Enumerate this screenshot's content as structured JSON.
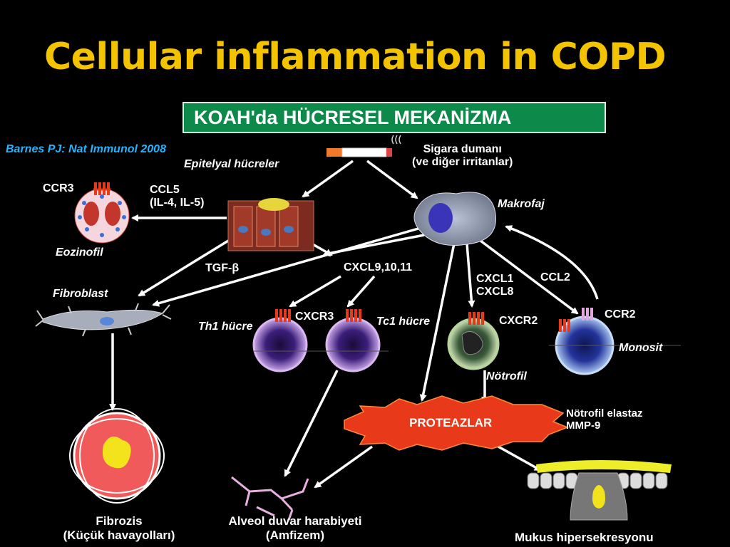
{
  "slide": {
    "title": "Cellular inflammation in COPD"
  },
  "banner": {
    "text": "KOAH'da HÜCRESEL MEKANİZMA"
  },
  "citation": "Barnes PJ: Nat Immunol 2008",
  "nodes": {
    "smoke": {
      "line1": "Sigara dumanı",
      "line2": "(ve diğer irritanlar)"
    },
    "epithelial": "Epitelyal hücreler",
    "macrophage": "Makrofaj",
    "eosinophil": "Eozinofil",
    "ccr3": "CCR3",
    "ccl5": {
      "line1": "CCL5",
      "line2": "(IL-4, IL-5)"
    },
    "tgf": "TGF-β",
    "fibroblast": "Fibroblast",
    "cxcl9": "CXCL9,10,11",
    "cxcl1": {
      "line1": "CXCL1",
      "line2": "CXCL8"
    },
    "ccl2": "CCL2",
    "th1": "Th1 hücre",
    "cxcr3": "CXCR3",
    "tc1": "Tc1 hücre",
    "cxcr2": "CXCR2",
    "ccr2": "CCR2",
    "monocyte": "Monosit",
    "neutrophil": "Nötrofil",
    "proteases": "PROTEAZLAR",
    "elastase": {
      "line1": "Nötrofil elastaz",
      "line2": "MMP-9"
    },
    "fibrosis": {
      "line1": "Fibrozis",
      "line2": "(Küçük havayolları)"
    },
    "alveolar": {
      "line1": "Alveol duvar harabiyeti",
      "line2": "(Amfizem)"
    },
    "mucus": "Mukus hipersekresyonu"
  },
  "colors": {
    "title": "#f4c300",
    "banner_bg": "#0d8a4a",
    "citation": "#23b4ff",
    "protease_burst": "#e8391a",
    "receptor": "#e8391a"
  }
}
